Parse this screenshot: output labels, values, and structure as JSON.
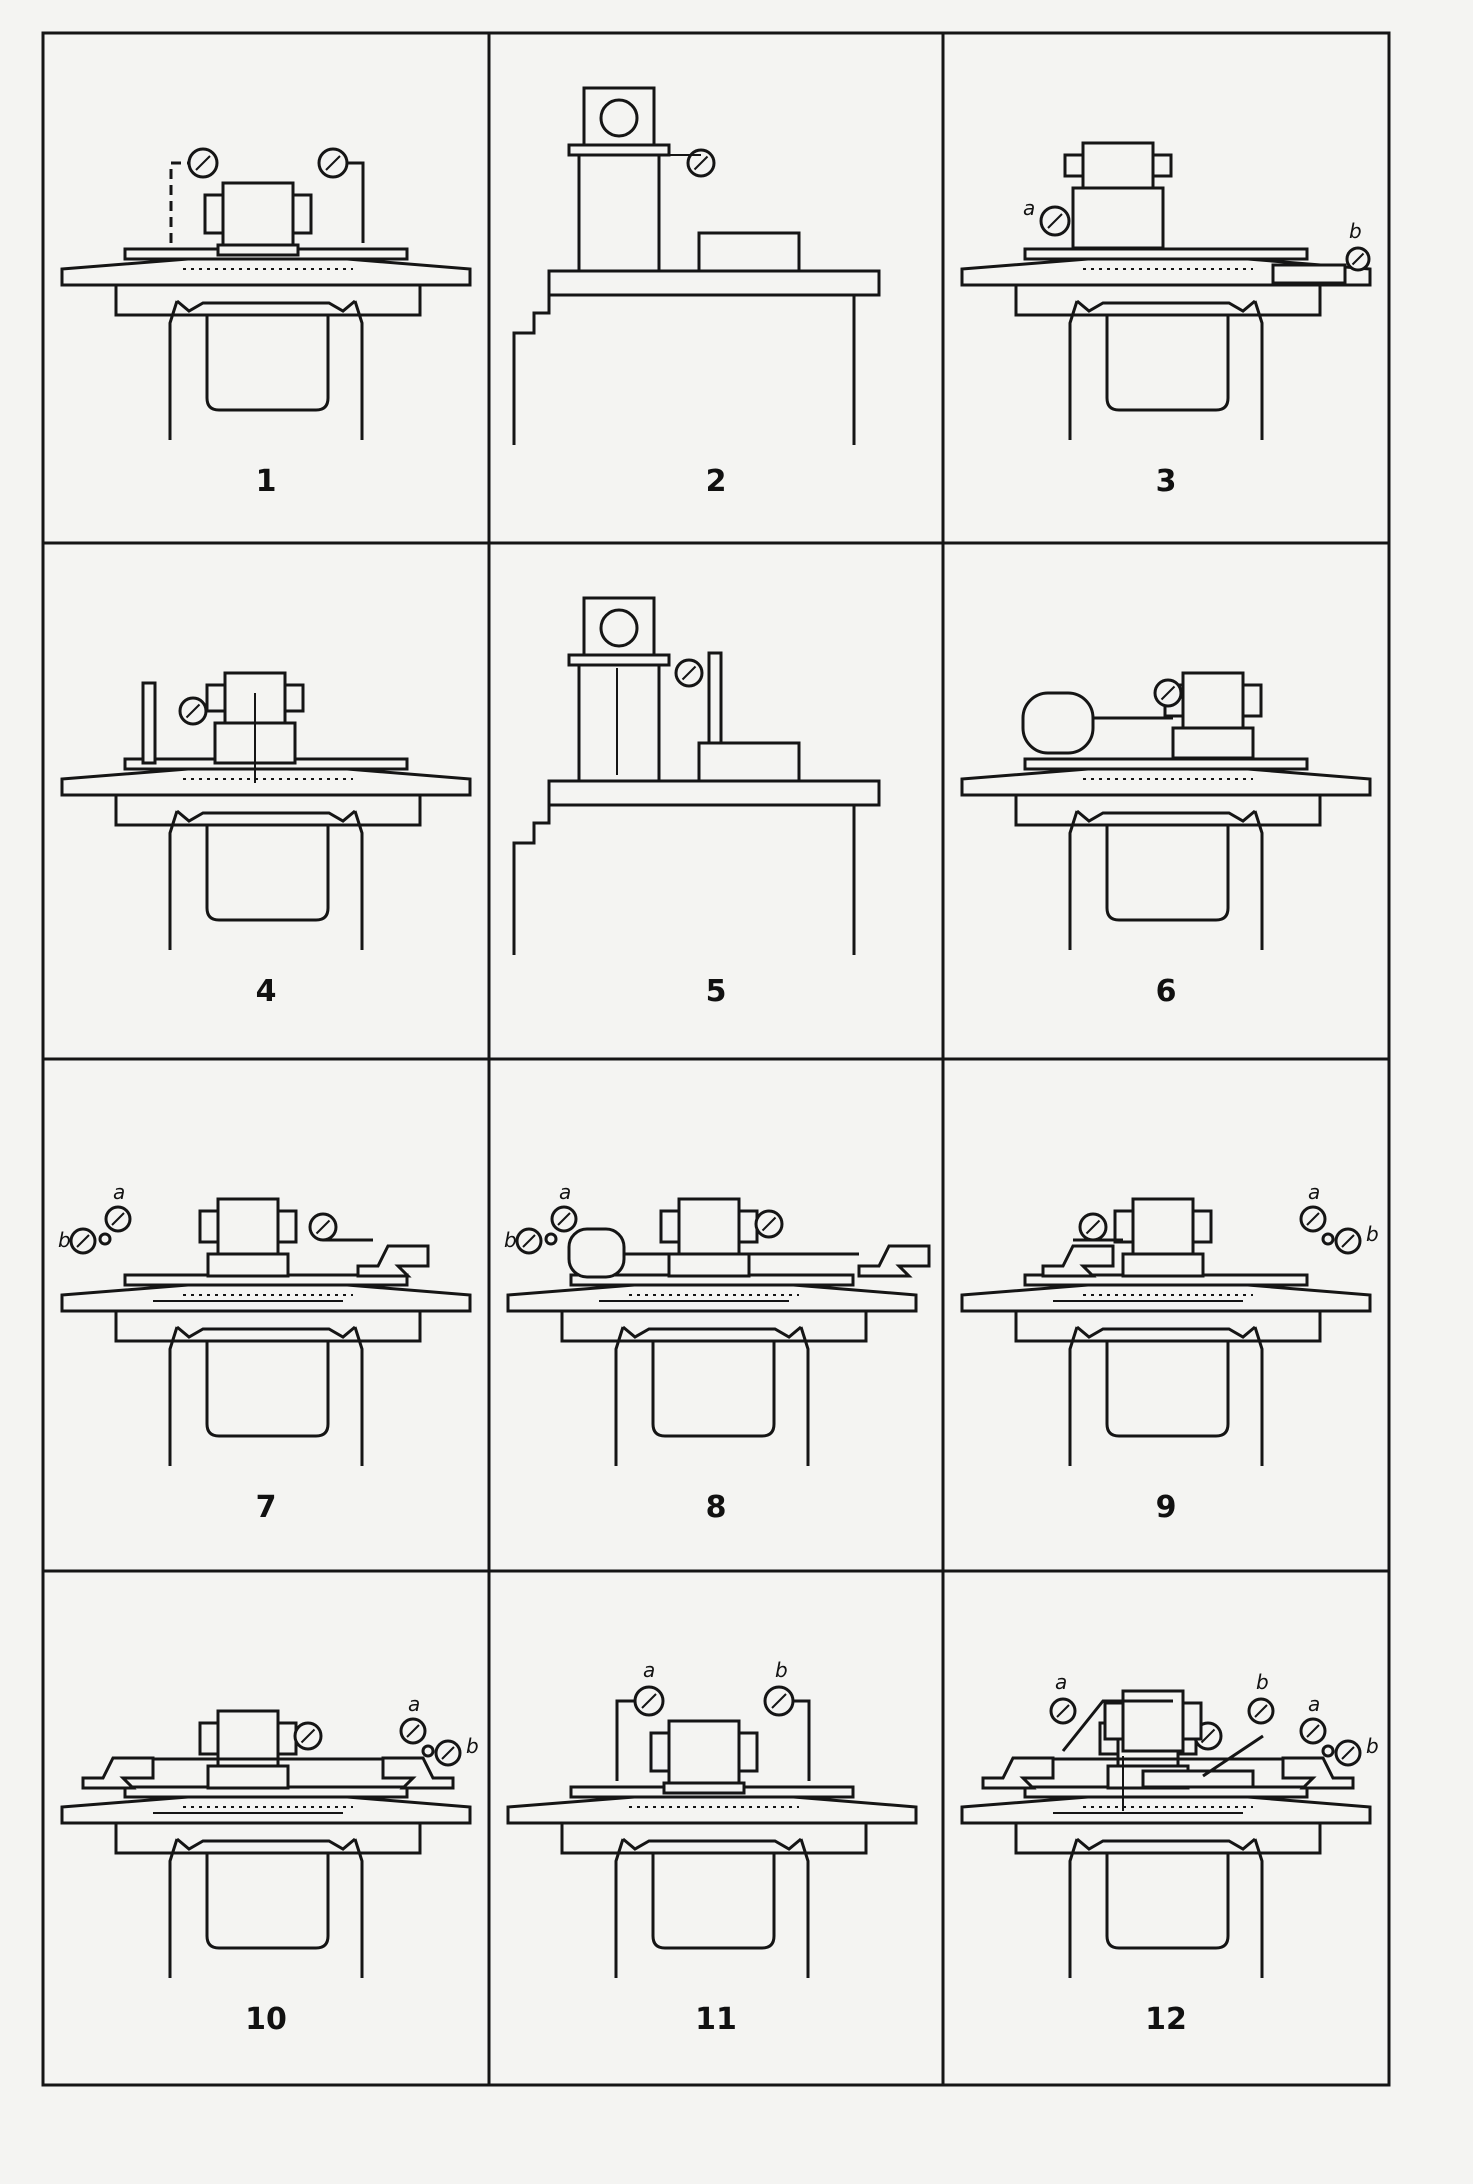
{
  "figure": {
    "panels": [
      {
        "number": "1",
        "type": "table",
        "gauges": [],
        "variant": "spindle-two-gauges"
      },
      {
        "number": "2",
        "type": "knee",
        "gauges": [],
        "variant": "side-head-gauge"
      },
      {
        "number": "3",
        "type": "table",
        "gauges": [
          "a",
          "b"
        ],
        "variant": "head-gauge-detail"
      },
      {
        "number": "4",
        "type": "table",
        "gauges": [],
        "variant": "square-gauge"
      },
      {
        "number": "5",
        "type": "knee",
        "gauges": [],
        "variant": "side-head-square"
      },
      {
        "number": "6",
        "type": "table",
        "gauges": [],
        "variant": "two-heads"
      },
      {
        "number": "7",
        "type": "table",
        "gauges": [
          "a",
          "b"
        ],
        "variant": "head-tailstock-left"
      },
      {
        "number": "8",
        "type": "table",
        "gauges": [
          "a",
          "b"
        ],
        "variant": "two-heads-tailstock"
      },
      {
        "number": "9",
        "type": "table",
        "gauges": [
          "a",
          "b"
        ],
        "variant": "head-tailstock-right"
      },
      {
        "number": "10",
        "type": "table",
        "gauges": [
          "a",
          "b"
        ],
        "variant": "head-two-tailstocks"
      },
      {
        "number": "11",
        "type": "table",
        "gauges": [
          "a",
          "b"
        ],
        "variant": "spindle-two-gauges-bridge"
      },
      {
        "number": "12",
        "type": "table",
        "gauges": [
          "a",
          "b"
        ],
        "variant": "complex-setup"
      }
    ]
  }
}
